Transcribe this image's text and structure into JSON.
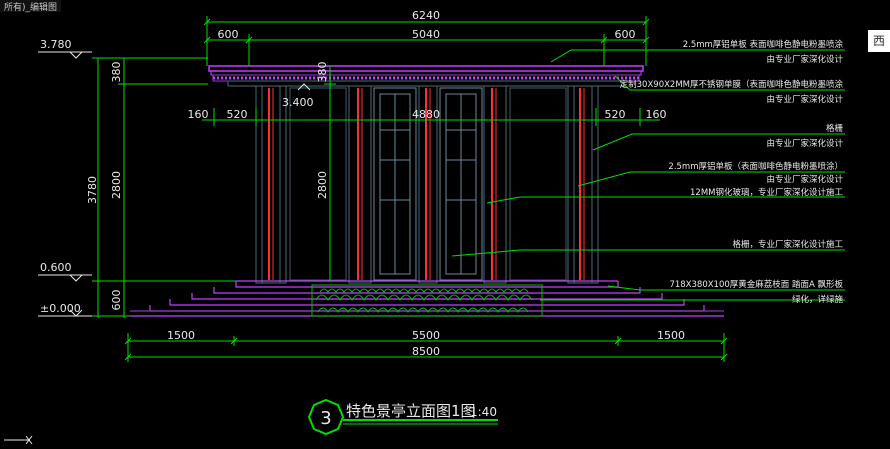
{
  "app": {
    "doc_tab": "所有)_编辑图",
    "viewcube_label": "西"
  },
  "dims": {
    "top_total": "6240",
    "top_left": "600",
    "top_mid": "5040",
    "top_right": "600",
    "d160_left": "160",
    "d520_left": "520",
    "d4880": "4880",
    "d520_right": "520",
    "d160_right": "160",
    "bottom_left": "1500",
    "bottom_mid": "5500",
    "bottom_right": "1500",
    "bottom_total": "8500",
    "left_380": "380",
    "left_3780": "3780",
    "left_2800": "2800",
    "left_600": "600",
    "inner_380": "380",
    "inner_2800": "2800",
    "inner_3400": "3.400"
  },
  "levels": {
    "top": "3.780",
    "mid": "0.600",
    "base": "±0.000"
  },
  "notes": [
    "2.5mm厚铝单板 表面咖啡色静电粉墨喷涂",
    "由专业厂家深化设计",
    "定制30X90X2MM厚不锈钢单膜（表面咖啡色静电粉墨喷涂",
    "由专业厂家深化设计",
    "格栅",
    "由专业厂家深化设计",
    "2.5mm厚铝单板（表面咖啡色静电粉墨喷涂）",
    "由专业厂家深化设计",
    "12MM钢化玻璃，专业厂家深化设计施工",
    "格栅，专业厂家深化设计施工",
    "718X380X100厚黄金麻荔枝面  踏面A  飘形板",
    "绿化，详绿施"
  ],
  "title": {
    "number": "3",
    "text": "特色景亭立面图1图",
    "scale": "1:40"
  },
  "colors": {
    "dim": "#00e000",
    "magenta": "#c040ff",
    "red": "#ff3030",
    "grid": "#4a6a7a",
    "white": "#e8e8e8",
    "plant": "#00c000"
  }
}
